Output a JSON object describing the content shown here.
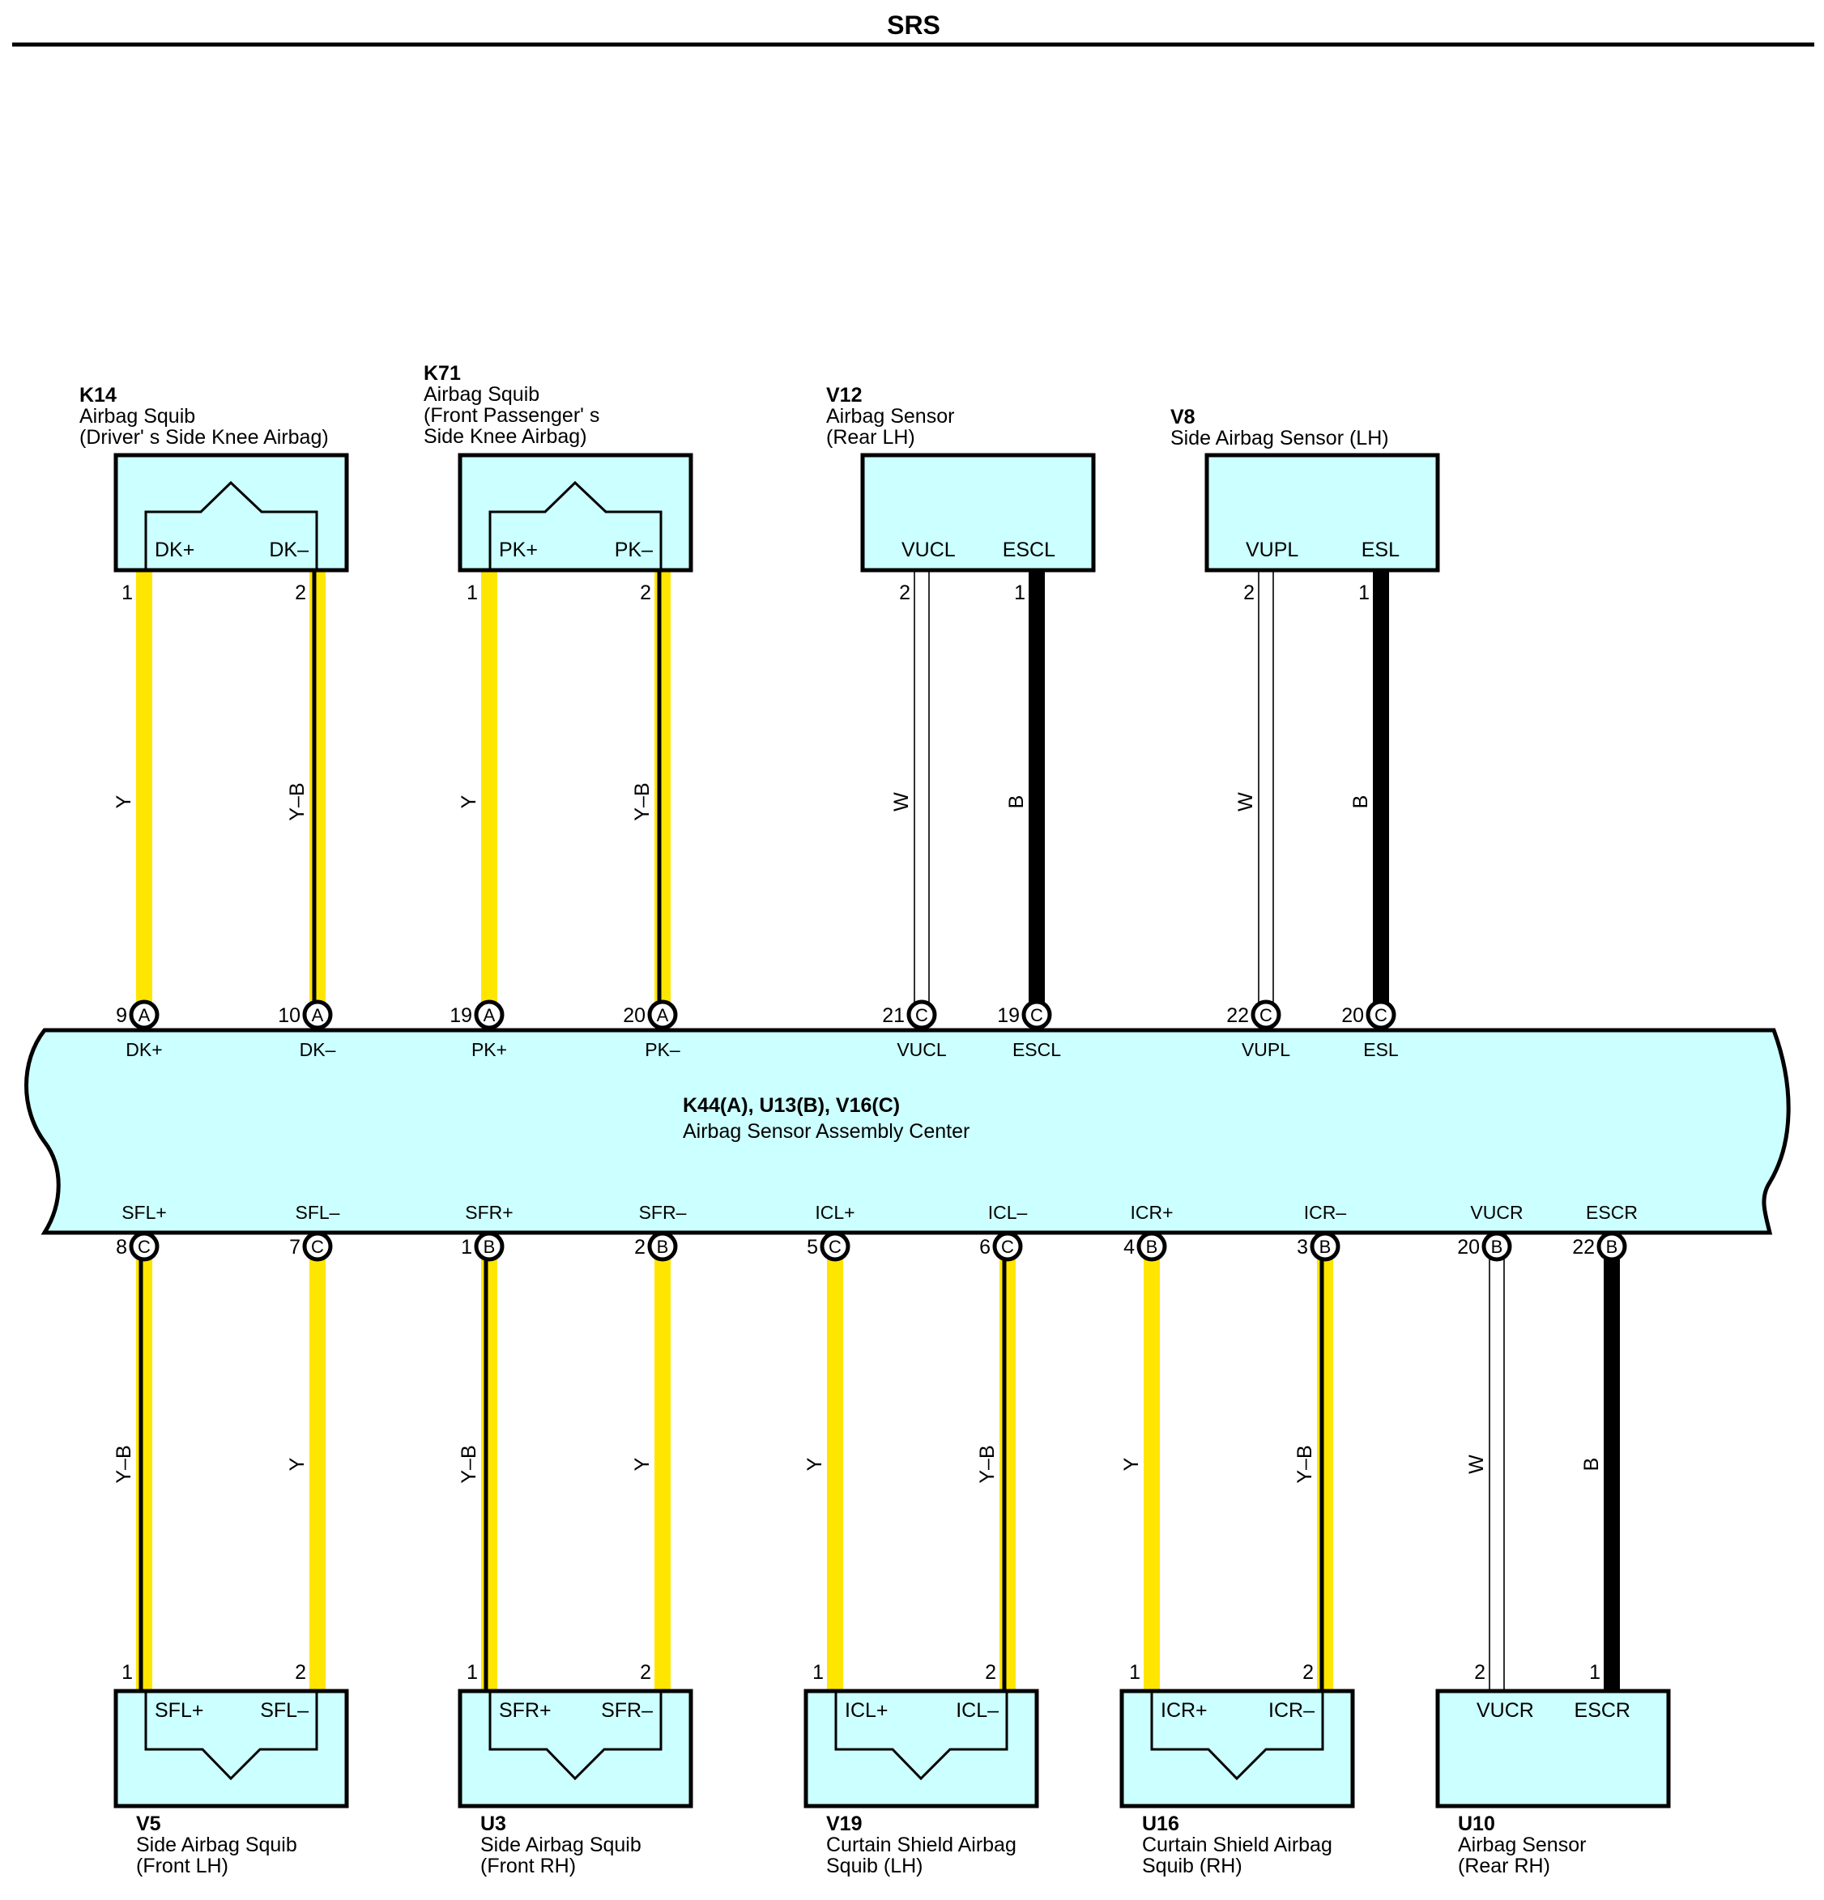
{
  "page": {
    "title": "SRS"
  },
  "colors": {
    "component_fill": "#ccffff",
    "yellow": "#ffe600",
    "black": "#000000",
    "white": "#ffffff"
  },
  "center": {
    "code": "K44(A), U13(B), V16(C)",
    "name": "Airbag Sensor Assembly Center"
  },
  "top_components": [
    {
      "code": "K14",
      "desc": [
        "Airbag Squib",
        "(Driver' s Side Knee Airbag)"
      ],
      "style": "squib",
      "left_term": "DK+",
      "right_term": "DK–"
    },
    {
      "code": "K71",
      "desc": [
        "Airbag Squib",
        "(Front Passenger' s",
        " Side Knee Airbag)"
      ],
      "style": "squib",
      "left_term": "PK+",
      "right_term": "PK–"
    },
    {
      "code": "V12",
      "desc": [
        "Airbag Sensor",
        "(Rear LH)"
      ],
      "style": "sensor",
      "left_term": "VUCL",
      "right_term": "ESCL"
    },
    {
      "code": "V8",
      "desc": [
        "Side Airbag Sensor (LH)"
      ],
      "style": "sensor",
      "left_term": "VUPL",
      "right_term": "ESL"
    }
  ],
  "bottom_components": [
    {
      "code": "V5",
      "desc": [
        "Side Airbag Squib",
        "(Front LH)"
      ],
      "style": "squib",
      "left_term": "SFL+",
      "right_term": "SFL–"
    },
    {
      "code": "U3",
      "desc": [
        "Side Airbag Squib",
        "(Front RH)"
      ],
      "style": "squib",
      "left_term": "SFR+",
      "right_term": "SFR–"
    },
    {
      "code": "V19",
      "desc": [
        "Curtain Shield Airbag",
        "Squib (LH)"
      ],
      "style": "squib",
      "left_term": "ICL+",
      "right_term": "ICL–"
    },
    {
      "code": "U16",
      "desc": [
        "Curtain Shield Airbag",
        "Squib (RH)"
      ],
      "style": "squib",
      "left_term": "ICR+",
      "right_term": "ICR–"
    },
    {
      "code": "U10",
      "desc": [
        "Airbag Sensor",
        "(Rear RH)"
      ],
      "style": "sensor",
      "left_term": "VUCR",
      "right_term": "ESCR"
    }
  ],
  "top_wires": [
    {
      "comp_pin": "1",
      "ecu_pin": "9",
      "connector": "A",
      "ecu_term": "DK+",
      "color": "Y"
    },
    {
      "comp_pin": "2",
      "ecu_pin": "10",
      "connector": "A",
      "ecu_term": "DK–",
      "color": "Y–B"
    },
    {
      "comp_pin": "1",
      "ecu_pin": "19",
      "connector": "A",
      "ecu_term": "PK+",
      "color": "Y"
    },
    {
      "comp_pin": "2",
      "ecu_pin": "20",
      "connector": "A",
      "ecu_term": "PK–",
      "color": "Y–B"
    },
    {
      "comp_pin": "2",
      "ecu_pin": "21",
      "connector": "C",
      "ecu_term": "VUCL",
      "color": "W"
    },
    {
      "comp_pin": "1",
      "ecu_pin": "19",
      "connector": "C",
      "ecu_term": "ESCL",
      "color": "B"
    },
    {
      "comp_pin": "2",
      "ecu_pin": "22",
      "connector": "C",
      "ecu_term": "VUPL",
      "color": "W"
    },
    {
      "comp_pin": "1",
      "ecu_pin": "20",
      "connector": "C",
      "ecu_term": "ESL",
      "color": "B"
    }
  ],
  "bottom_wires": [
    {
      "comp_pin": "1",
      "ecu_pin": "8",
      "connector": "C",
      "ecu_term": "SFL+",
      "color": "Y–B"
    },
    {
      "comp_pin": "2",
      "ecu_pin": "7",
      "connector": "C",
      "ecu_term": "SFL–",
      "color": "Y"
    },
    {
      "comp_pin": "1",
      "ecu_pin": "1",
      "connector": "B",
      "ecu_term": "SFR+",
      "color": "Y–B"
    },
    {
      "comp_pin": "2",
      "ecu_pin": "2",
      "connector": "B",
      "ecu_term": "SFR–",
      "color": "Y"
    },
    {
      "comp_pin": "1",
      "ecu_pin": "5",
      "connector": "C",
      "ecu_term": "ICL+",
      "color": "Y"
    },
    {
      "comp_pin": "2",
      "ecu_pin": "6",
      "connector": "C",
      "ecu_term": "ICL–",
      "color": "Y–B"
    },
    {
      "comp_pin": "1",
      "ecu_pin": "4",
      "connector": "B",
      "ecu_term": "ICR+",
      "color": "Y"
    },
    {
      "comp_pin": "2",
      "ecu_pin": "3",
      "connector": "B",
      "ecu_term": "ICR–",
      "color": "Y–B"
    },
    {
      "comp_pin": "2",
      "ecu_pin": "20",
      "connector": "B",
      "ecu_term": "VUCR",
      "color": "W"
    },
    {
      "comp_pin": "1",
      "ecu_pin": "22",
      "connector": "B",
      "ecu_term": "ESCR",
      "color": "B"
    }
  ]
}
